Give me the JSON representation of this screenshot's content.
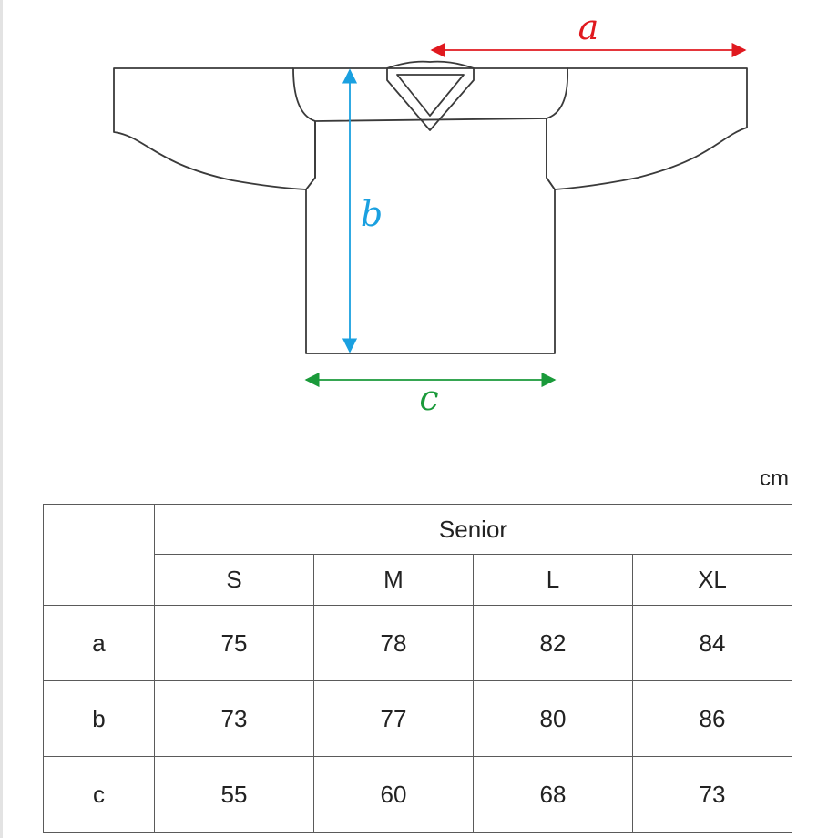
{
  "diagram": {
    "labels": {
      "a": "a",
      "b": "b",
      "c": "c"
    },
    "colors": {
      "a": "#e0191f",
      "b": "#1aa0e0",
      "c": "#1a9a3a",
      "outline": "#3a3a3a"
    }
  },
  "unit": "cm",
  "table": {
    "group_header": "Senior",
    "sizes": [
      "S",
      "M",
      "L",
      "XL"
    ],
    "rows": [
      {
        "label": "a",
        "values": [
          "75",
          "78",
          "82",
          "84"
        ]
      },
      {
        "label": "b",
        "values": [
          "73",
          "77",
          "80",
          "86"
        ]
      },
      {
        "label": "c",
        "values": [
          "55",
          "60",
          "68",
          "73"
        ]
      }
    ]
  }
}
